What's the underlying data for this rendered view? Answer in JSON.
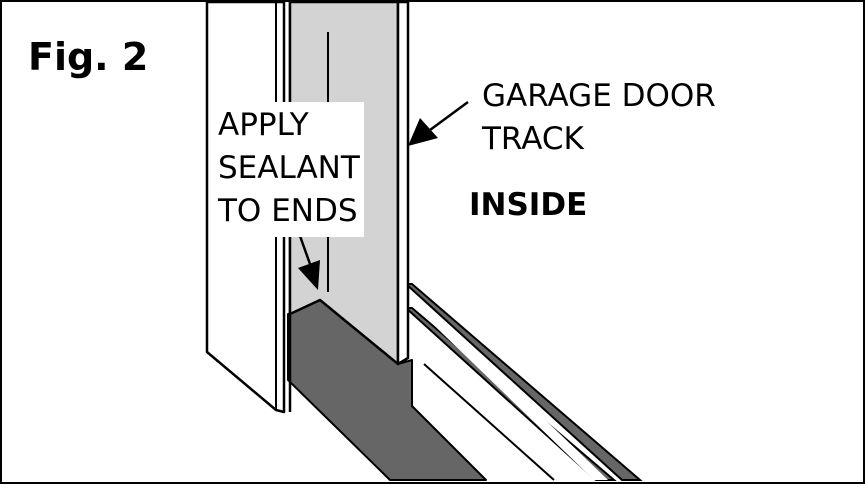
{
  "figure_label": "Fig. 2",
  "callouts": {
    "sealant": {
      "lines": [
        "APPLY",
        "SEALANT",
        "TO ENDS"
      ]
    },
    "track": {
      "lines": [
        "GARAGE DOOR",
        "TRACK"
      ]
    },
    "side": "INSIDE"
  },
  "colors": {
    "weatherstrip": "#666666",
    "jamb_face": "#d3d3d3",
    "outline": "#000000",
    "background": "#ffffff"
  }
}
